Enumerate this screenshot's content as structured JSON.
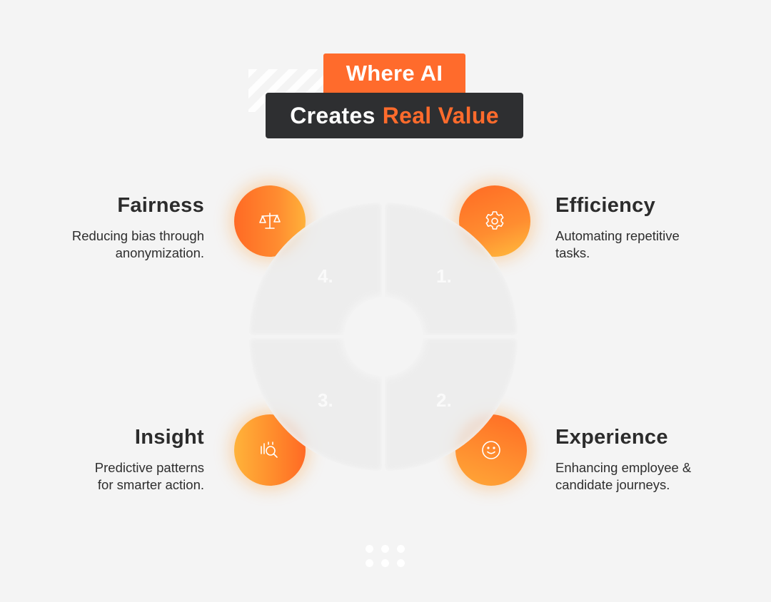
{
  "header": {
    "line1": "Where AI",
    "line2_plain": "Creates",
    "line2_accent": "Real Value"
  },
  "colors": {
    "accent": "#ff6b2c",
    "dark_box": "#2e2f31",
    "background": "#f4f4f4",
    "text": "#2c2c2c"
  },
  "ring": {
    "segments": [
      {
        "number": "1.",
        "position": "top-right"
      },
      {
        "number": "2.",
        "position": "bottom-right"
      },
      {
        "number": "3.",
        "position": "bottom-left"
      },
      {
        "number": "4.",
        "position": "top-left"
      }
    ]
  },
  "items": [
    {
      "title": "Efficiency",
      "desc_line1": "Automating repetitive",
      "desc_line2": "tasks.",
      "icon": "gear-icon",
      "number": "1."
    },
    {
      "title": "Experience",
      "desc_line1": "Enhancing employee &",
      "desc_line2": "candidate journeys.",
      "icon": "smile-icon",
      "number": "2."
    },
    {
      "title": "Insight",
      "desc_line1": "Predictive patterns",
      "desc_line2": "for smarter action.",
      "icon": "chart-search-icon",
      "number": "3."
    },
    {
      "title": "Fairness",
      "desc_line1": "Reducing bias through",
      "desc_line2": "anonymization.",
      "icon": "scales-icon",
      "number": "4."
    }
  ],
  "pagination": {
    "dot_count": 6
  }
}
